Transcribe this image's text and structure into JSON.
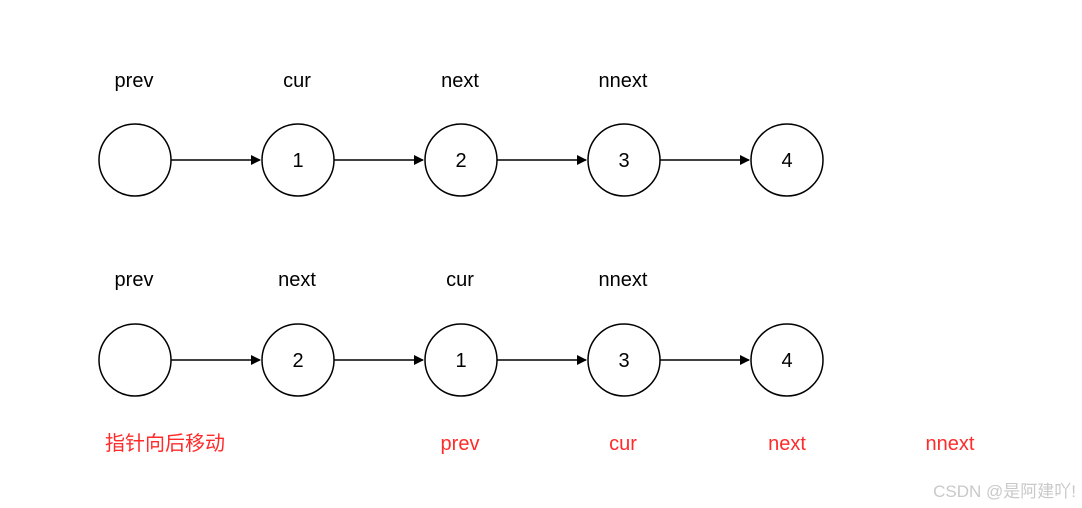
{
  "colors": {
    "stroke": "#000000",
    "accent": "#ff2b2b",
    "watermark": "#c9c9c9"
  },
  "row1": {
    "labels": [
      "prev",
      "cur",
      "next",
      "nnext"
    ],
    "nodes": [
      "",
      "1",
      "2",
      "3",
      "4"
    ]
  },
  "row2": {
    "labels": [
      "prev",
      "next",
      "cur",
      "nnext"
    ],
    "nodes": [
      "",
      "2",
      "1",
      "3",
      "4"
    ]
  },
  "after_move": {
    "caption": "指针向后移动",
    "labels": [
      "prev",
      "cur",
      "next",
      "nnext"
    ]
  },
  "watermark": "CSDN @是阿建吖!"
}
